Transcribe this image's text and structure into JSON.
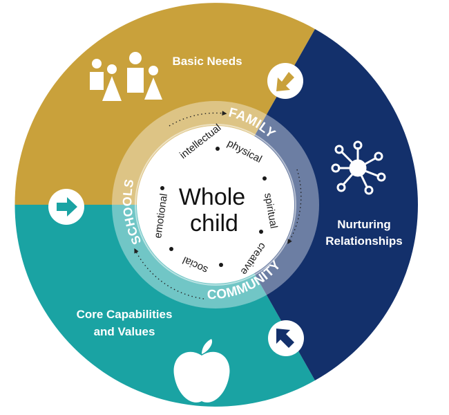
{
  "segments": {
    "basic_needs": {
      "label": "Basic Needs",
      "color": "#C9A13B"
    },
    "nurturing": {
      "label_line1": "Nurturing",
      "label_line2": "Relationships",
      "color": "#13306B"
    },
    "core": {
      "label_line1": "Core Capabilities",
      "label_line2": "and Values",
      "color": "#1AA3A3"
    }
  },
  "ring": {
    "family": "FAMILY",
    "community": "COMMUNITY",
    "schools": "SCHOOLS"
  },
  "aspects": [
    "intellectual",
    "physical",
    "spiritual",
    "creative",
    "social",
    "emotional"
  ],
  "center": {
    "line1": "Whole",
    "line2": "child"
  },
  "icons": [
    "people-icon",
    "network-icon",
    "apple-icon",
    "arrow-down-left-icon",
    "arrow-up-left-icon",
    "arrow-right-icon"
  ]
}
